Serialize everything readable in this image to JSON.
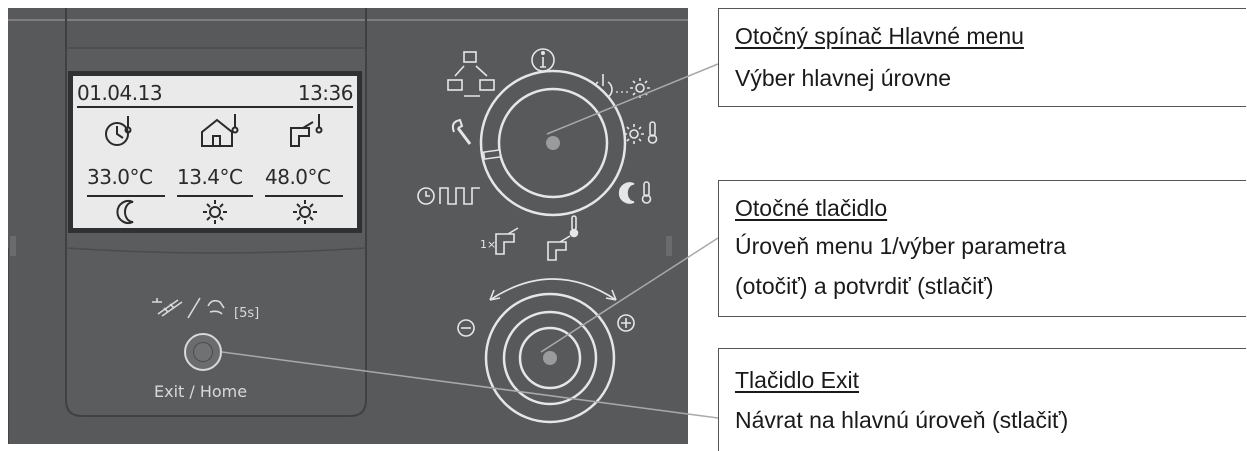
{
  "display": {
    "date": "01.04.13",
    "time": "13:36",
    "temperatures": [
      "33.0°C",
      "13.4°C",
      "48.0°C"
    ],
    "zone_icons": [
      "heating-circuit-icon",
      "house-icon",
      "hot-water-tap-icon"
    ],
    "mode_icons": [
      "moon-icon",
      "sun-icon",
      "sun-icon"
    ]
  },
  "exit_button": {
    "label": "Exit / Home",
    "hold_label": "[5s]"
  },
  "main_dial_icons": [
    "info-icon",
    "network-icon",
    "standby-icon",
    "sun-thermometer-icon",
    "wrench-icon",
    "moon-thermometer-icon",
    "clock-program-icon",
    "tap-once-icon",
    "tap-thermometer-icon"
  ],
  "rotary_button": {
    "minus": "−",
    "plus": "+"
  },
  "callouts": [
    {
      "title": "Otočný spínač Hlavné menu",
      "lines": [
        "Výber hlavnej úrovne"
      ]
    },
    {
      "title": "Otočné tlačidlo",
      "lines": [
        "Úroveň menu 1/výber parametra",
        "(otočiť) a potvrdiť (stlačiť)"
      ]
    },
    {
      "title": "Tlačidlo Exit",
      "lines": [
        "Návrat na hlavnú úroveň (stlačiť)"
      ]
    }
  ],
  "colors": {
    "panel": "#58595b",
    "lcd": "#eaeaea",
    "leader_line": "#a7a9ac"
  }
}
